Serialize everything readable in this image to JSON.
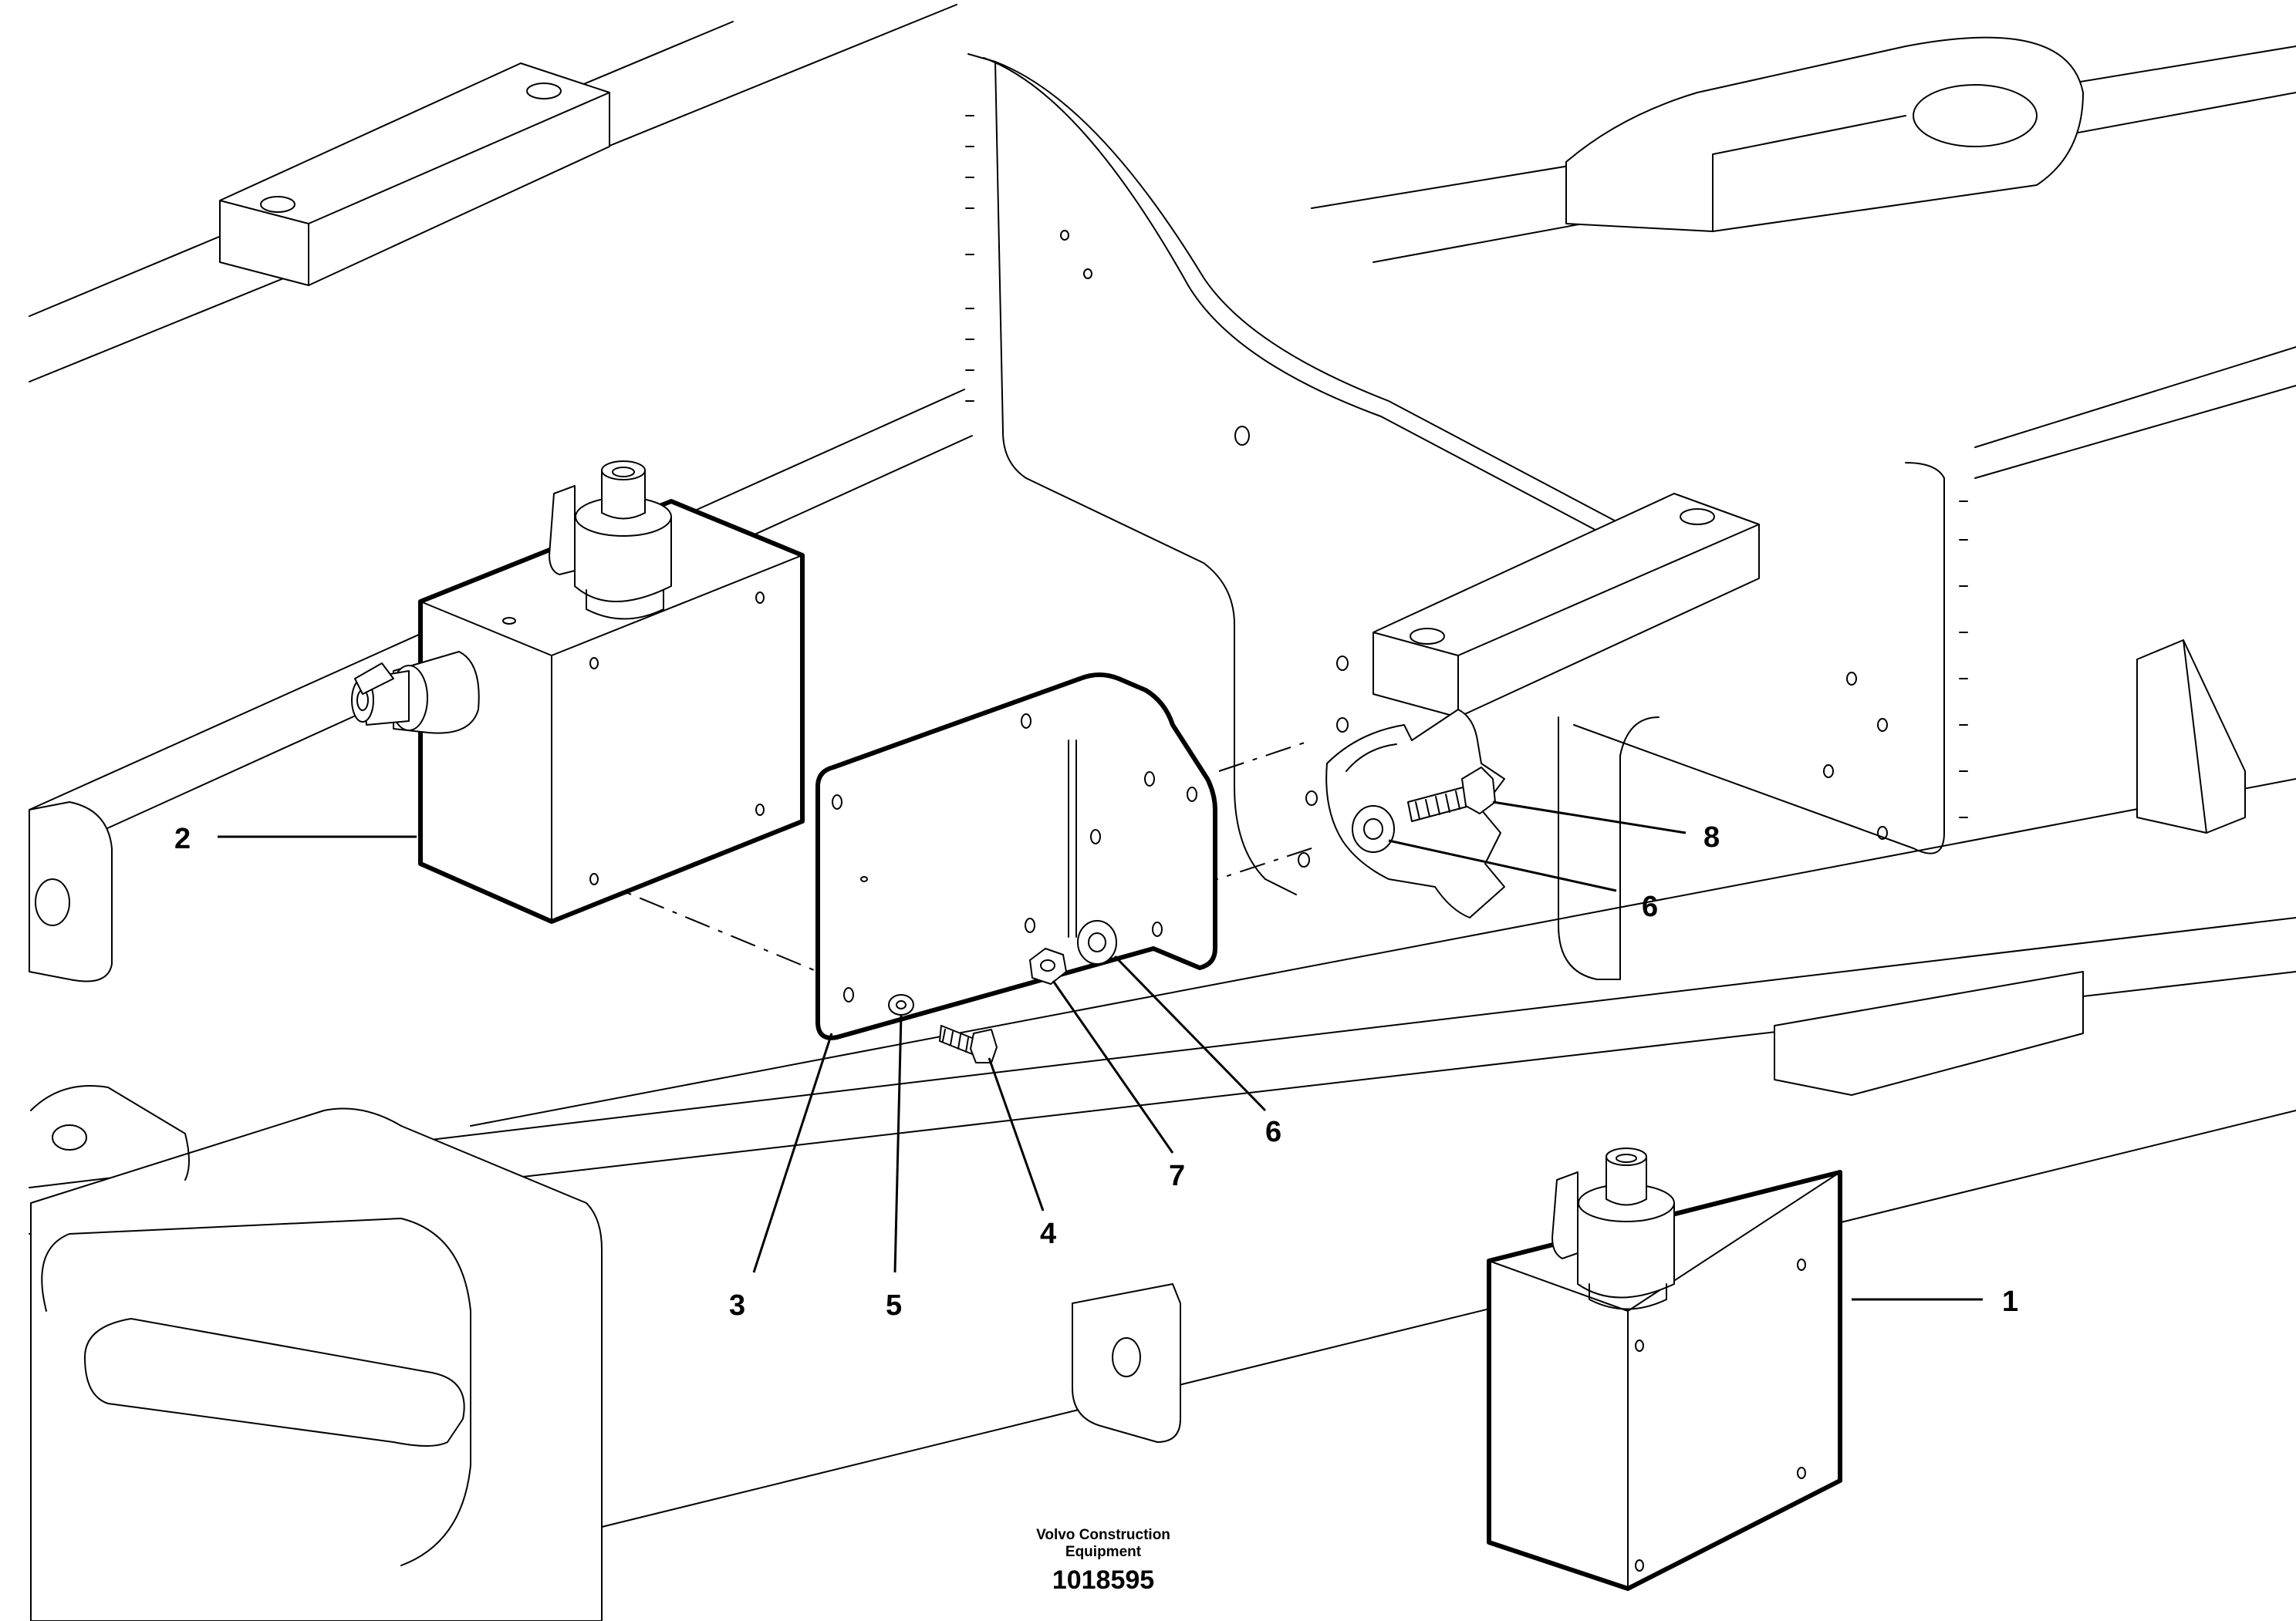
{
  "callouts": {
    "c1": "1",
    "c2": "2",
    "c3": "3",
    "c4": "4",
    "c5": "5",
    "c6a": "6",
    "c6b": "6",
    "c7": "7",
    "c8": "8"
  },
  "footer": {
    "line1": "Volvo Construction",
    "line2": "Equipment",
    "ref": "1018595"
  }
}
